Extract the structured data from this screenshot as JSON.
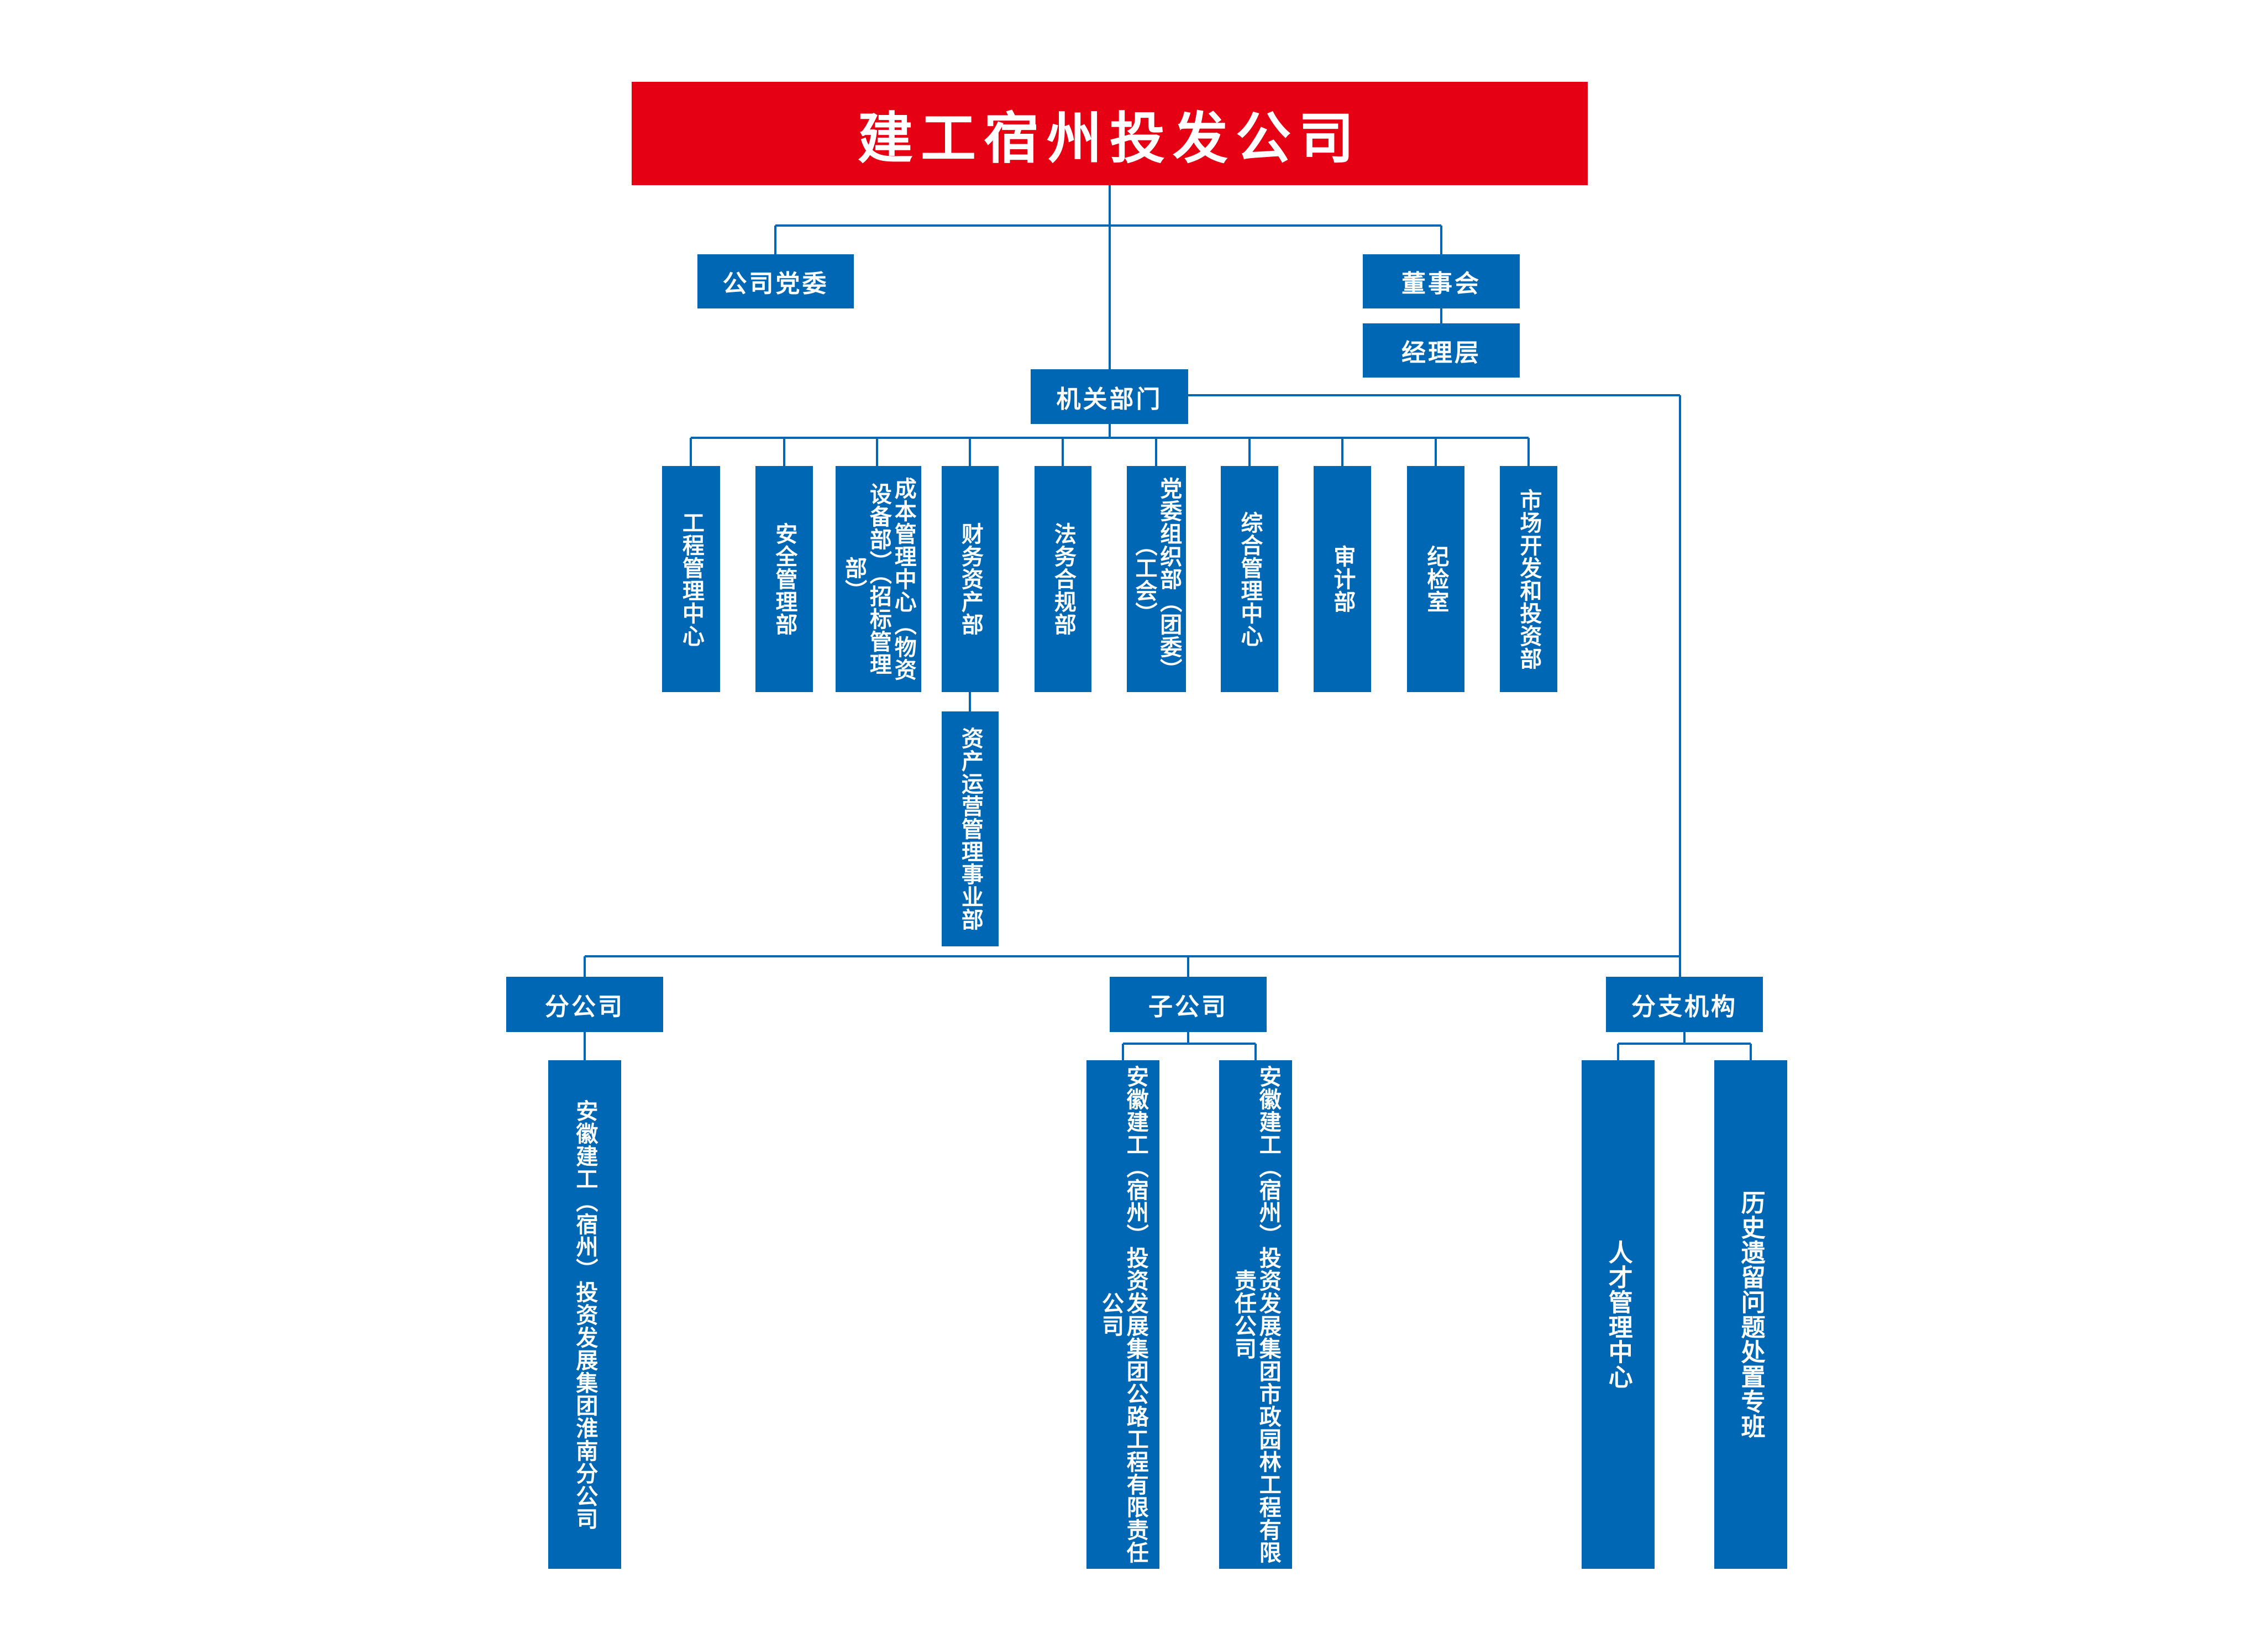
{
  "root": "建工宿州投发公司",
  "top": {
    "party": "公司党委",
    "board": "董事会",
    "management": "经理层"
  },
  "organs": {
    "label": "机关部门",
    "departments": [
      "工程管理中心",
      "安全管理部",
      "成本管理中心（物资设备部）（招标管理部）",
      "财务资产部",
      "法务合规部",
      "党委组织部（团委）（工会）",
      "综合管理中心",
      "审计部",
      "纪检室",
      "市场开发和投资部"
    ],
    "sub_department": "资产运营管理事业部"
  },
  "branches": {
    "label": "分公司",
    "items": [
      "安徽建工（宿州）投资发展集团淮南分公司"
    ]
  },
  "subsidiaries": {
    "label": "子公司",
    "items": [
      "安徽建工（宿州）投资发展集团公路工程有限责任公司",
      "安徽建工（宿州）投资发展集团市政园林工程有限责任公司"
    ]
  },
  "agencies": {
    "label": "分支机构",
    "items": [
      "人才管理中心",
      "历史遗留问题处置专班"
    ]
  },
  "colors": {
    "root": "#e60013",
    "node": "#0067b4",
    "line": "#0067b4"
  }
}
